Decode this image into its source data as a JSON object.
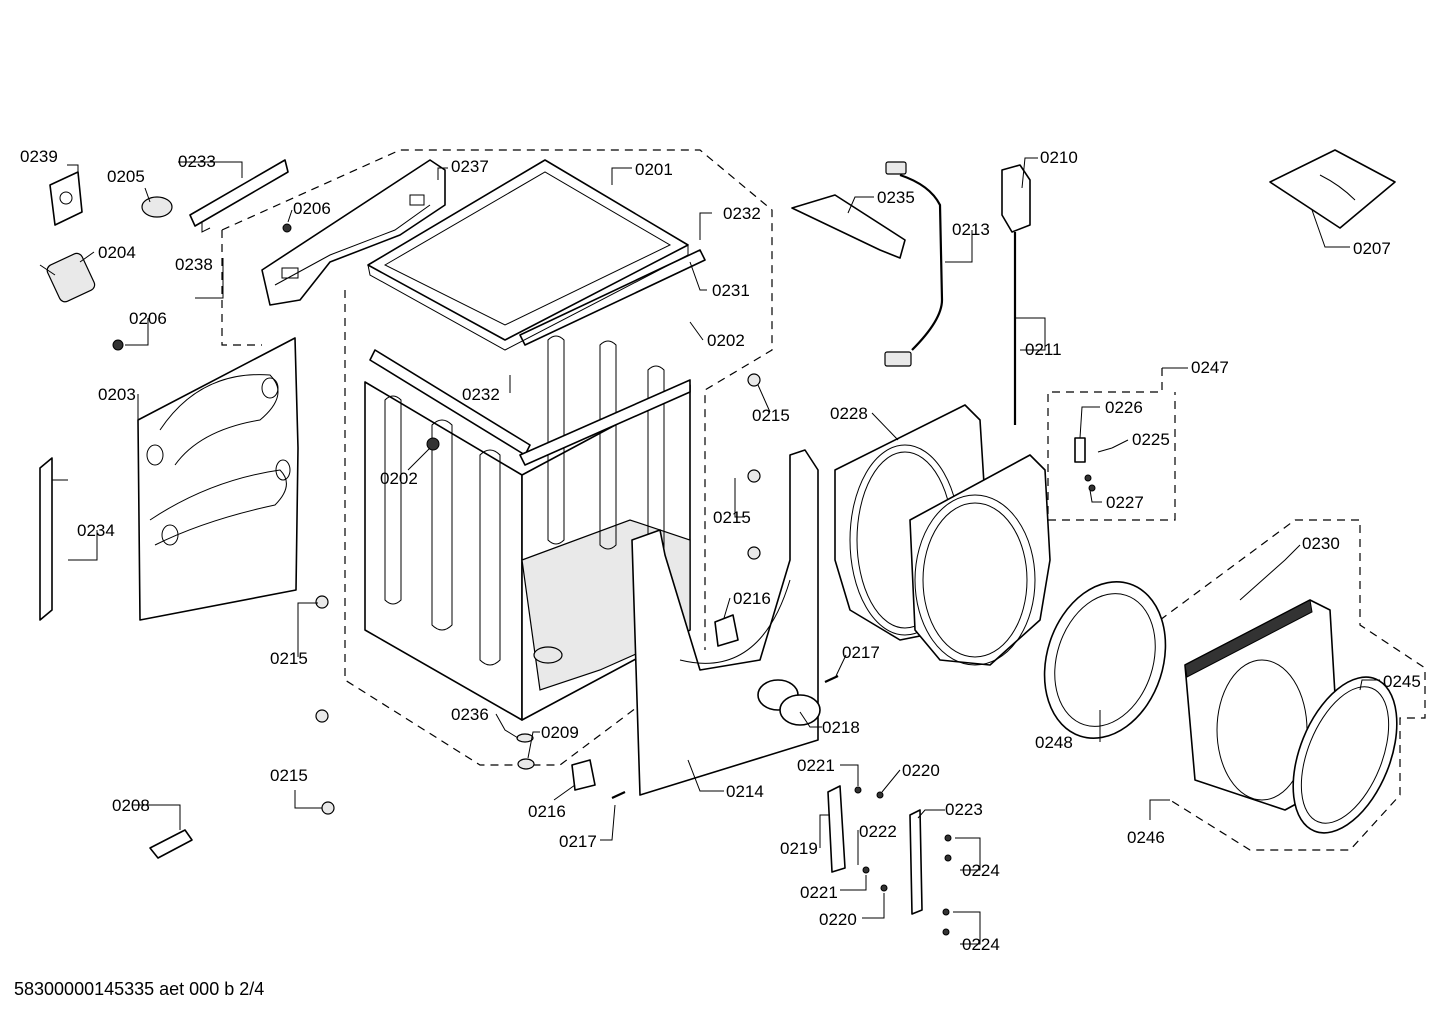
{
  "document_code": "58300000145335 aet 000 b 2/4",
  "part_labels": {
    "p0239": "0239",
    "p0205": "0205",
    "p0233": "0233",
    "p0206a": "0206",
    "p0237": "0237",
    "p0201": "0201",
    "p0232a": "0232",
    "p0235": "0235",
    "p0210": "0210",
    "p0213": "0213",
    "p0207": "0207",
    "p0204": "0204",
    "p0238": "0238",
    "p0231": "0231",
    "p0206b": "0206",
    "p0202a": "0202",
    "p0211": "0211",
    "p0203": "0203",
    "p0232b": "0232",
    "p0215a": "0215",
    "p0247": "0247",
    "p0228": "0228",
    "p0226": "0226",
    "p0225": "0225",
    "p0202b": "0202",
    "p0227": "0227",
    "p0215b": "0215",
    "p0234": "0234",
    "p0230": "0230",
    "p0216a": "0216",
    "p0215c": "0215",
    "p0217a": "0217",
    "p0245": "0245",
    "p0218": "0218",
    "p0236": "0236",
    "p0248": "0248",
    "p0209": "0209",
    "p0221a": "0221",
    "p0220a": "0220",
    "p0215d": "0215",
    "p0214": "0214",
    "p0223": "0223",
    "p0208": "0208",
    "p0216b": "0216",
    "p0222": "0222",
    "p0246": "0246",
    "p0217b": "0217",
    "p0219": "0219",
    "p0224a": "0224",
    "p0221b": "0221",
    "p0220b": "0220",
    "p0224b": "0224"
  }
}
